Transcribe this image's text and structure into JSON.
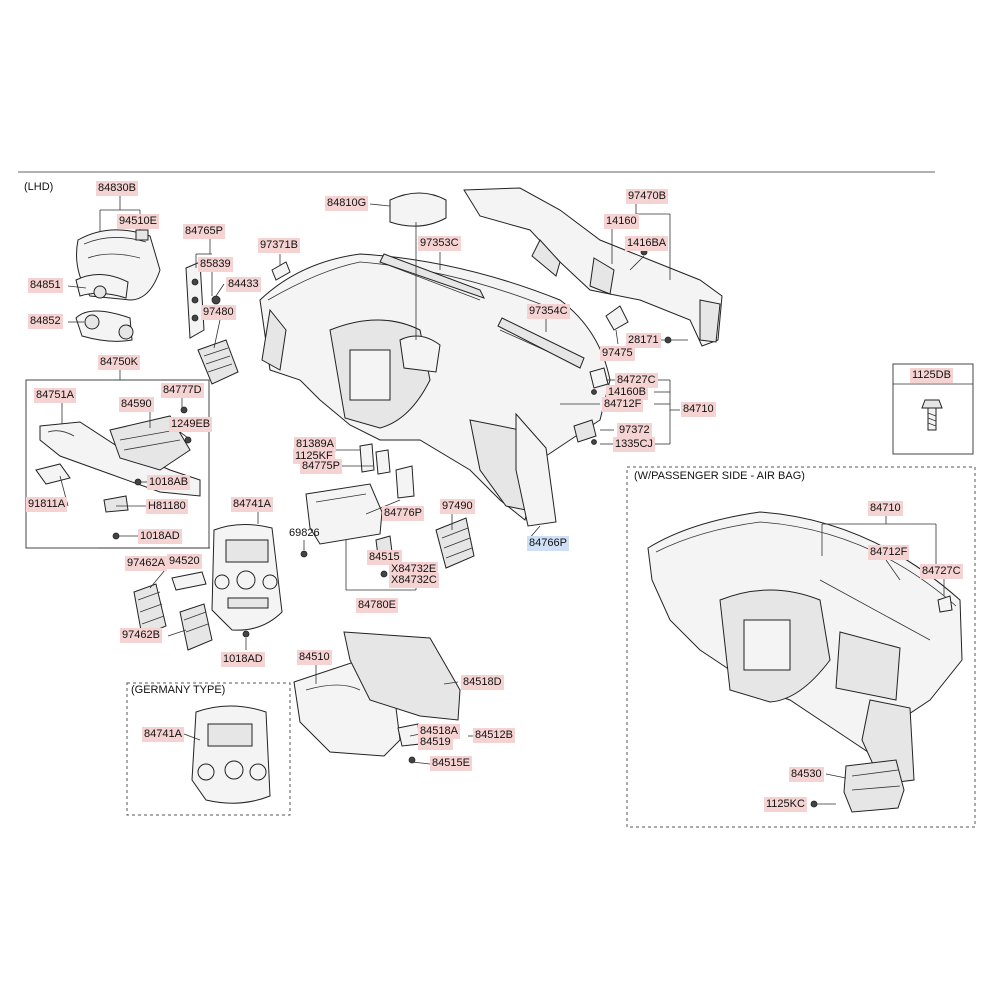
{
  "headers": {
    "lhd": "(LHD)",
    "germany_type": "(GERMANY TYPE)",
    "passenger_airbag": "(W/PASSENGER SIDE - AIR BAG)",
    "inset_part": "1125DB"
  },
  "labels": {
    "p84830B": "84830B",
    "p94510E": "94510E",
    "p84851": "84851",
    "p84852": "84852",
    "p84765P": "84765P",
    "p85839": "85839",
    "p84433": "84433",
    "p97480": "97480",
    "p97371B": "97371B",
    "p84810G": "84810G",
    "p97353C": "97353C",
    "p97470B": "97470B",
    "p14160": "14160",
    "p1416BA": "1416BA",
    "p97354C": "97354C",
    "p28171": "28171",
    "p97475": "97475",
    "p84727C": "84727C",
    "p14160B": "14160B",
    "p84712F": "84712F",
    "p84710": "84710",
    "p97372": "97372",
    "p1335CJ": "1335CJ",
    "p84750K": "84750K",
    "p84751A": "84751A",
    "p84777D": "84777D",
    "p84590": "84590",
    "p1249EB": "1249EB",
    "p1018AB": "1018AB",
    "p91811A": "91811A",
    "pH81180": "H81180",
    "p1018AD_a": "1018AD",
    "p81389A": "81389A",
    "p1125KF": "1125KF",
    "p84775P": "84775P",
    "p84776P": "84776P",
    "p97490": "97490",
    "p84766P": "84766P",
    "p69826": "69826",
    "p84741A": "84741A",
    "p97462A": "97462A",
    "p94520": "94520",
    "p97462B": "97462B",
    "p1018AD_b": "1018AD",
    "p84515": "84515",
    "pX84732E": "X84732E",
    "pX84732C": "X84732C",
    "p84780E": "84780E",
    "p84510": "84510",
    "p84518D": "84518D",
    "p84518A": "84518A",
    "p84519": "84519",
    "p84512B": "84512B",
    "p84515E": "84515E",
    "p84741A_g": "84741A",
    "p84710_ab": "84710",
    "p84712F_ab": "84712F",
    "p84727C_ab": "84727C",
    "p84530": "84530",
    "p1125KC": "1125KC"
  },
  "colors": {
    "label_highlight": "#f6d3d3",
    "selected_highlight": "#cfe0f6"
  }
}
